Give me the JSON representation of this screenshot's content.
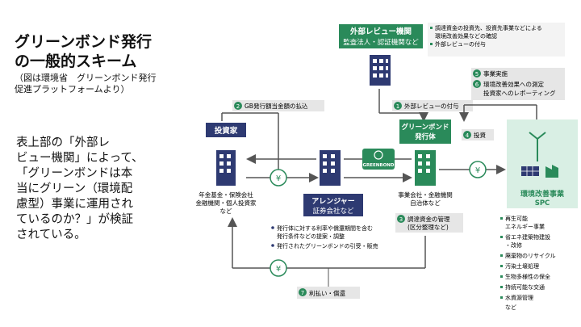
{
  "slide": {
    "title": "グリーンボンド発行\nの一般的スキーム",
    "caption": "（図は環境省　グリーンボンド発行\n促進プラットフォームより）",
    "body": "表上部の「外部レ\nビュー機関」によって、\n「グリーンボンドは本\n当にグリーン（環境配\n慮型）事業に運用され\nているのか？」が検証\nされている。"
  },
  "diagram": {
    "reviewer": {
      "title": "外部レビュー機関",
      "subtitle": "監査法人・認証機関など"
    },
    "reviewer_notes": [
      "調達資金の投資先、投資先事業などによる",
      "環境改善効果などの確認",
      "外部レビューの付与"
    ],
    "investor": {
      "title": "投資家",
      "desc": [
        "年金基金・保険会社",
        "金融機関・個人投資家",
        "など"
      ]
    },
    "arranger": {
      "title": "アレンジャー",
      "subtitle": "証券会社など"
    },
    "issuer": {
      "title": "グリーンボンド",
      "title2": "発行体",
      "desc": [
        "事業会社・金融機関",
        "自治体など"
      ]
    },
    "spc": {
      "title": "環境改善事業",
      "subtitle": "SPC"
    },
    "bond_badge": "GREENBOND",
    "yen_symbol": "¥",
    "steps": {
      "s1": {
        "num": "1",
        "label": "外部レビューの付与"
      },
      "s2": {
        "num": "2",
        "label": "GB発行額当金額の払込"
      },
      "s3": {
        "num": "3",
        "label": "調達資金の管理",
        "label2": "(区分整理など)"
      },
      "s4": {
        "num": "4",
        "label": "投資"
      },
      "s5": {
        "num": "5",
        "label": "事業実施"
      },
      "s6": {
        "num": "6",
        "label": "環境改善効果への測定",
        "label2": "投資家へのレポーティング"
      },
      "s7": {
        "num": "7",
        "label": "利払い・償還"
      }
    },
    "arranger_notes": [
      "発行体に対する利率や償還期間を含む",
      "発行条件などの提案・調整",
      "発行されたグリーンボンドの引受・販売"
    ],
    "projects": [
      "再生可能",
      "エネルギー事業",
      "省エネ建築物建設",
      "・改修",
      "廃棄物のリサイクル",
      "汚染土壌処理",
      "生物多様性の保全",
      "持続可能な交通",
      "水資源管理",
      "など"
    ],
    "colors": {
      "navy": "#2e3a72",
      "green": "#2a8a5a",
      "teal_bg": "#d9efe4",
      "gray_box": "#e6e6e6",
      "arrow": "#555555",
      "yen_ring": "#2a8a5a"
    }
  }
}
